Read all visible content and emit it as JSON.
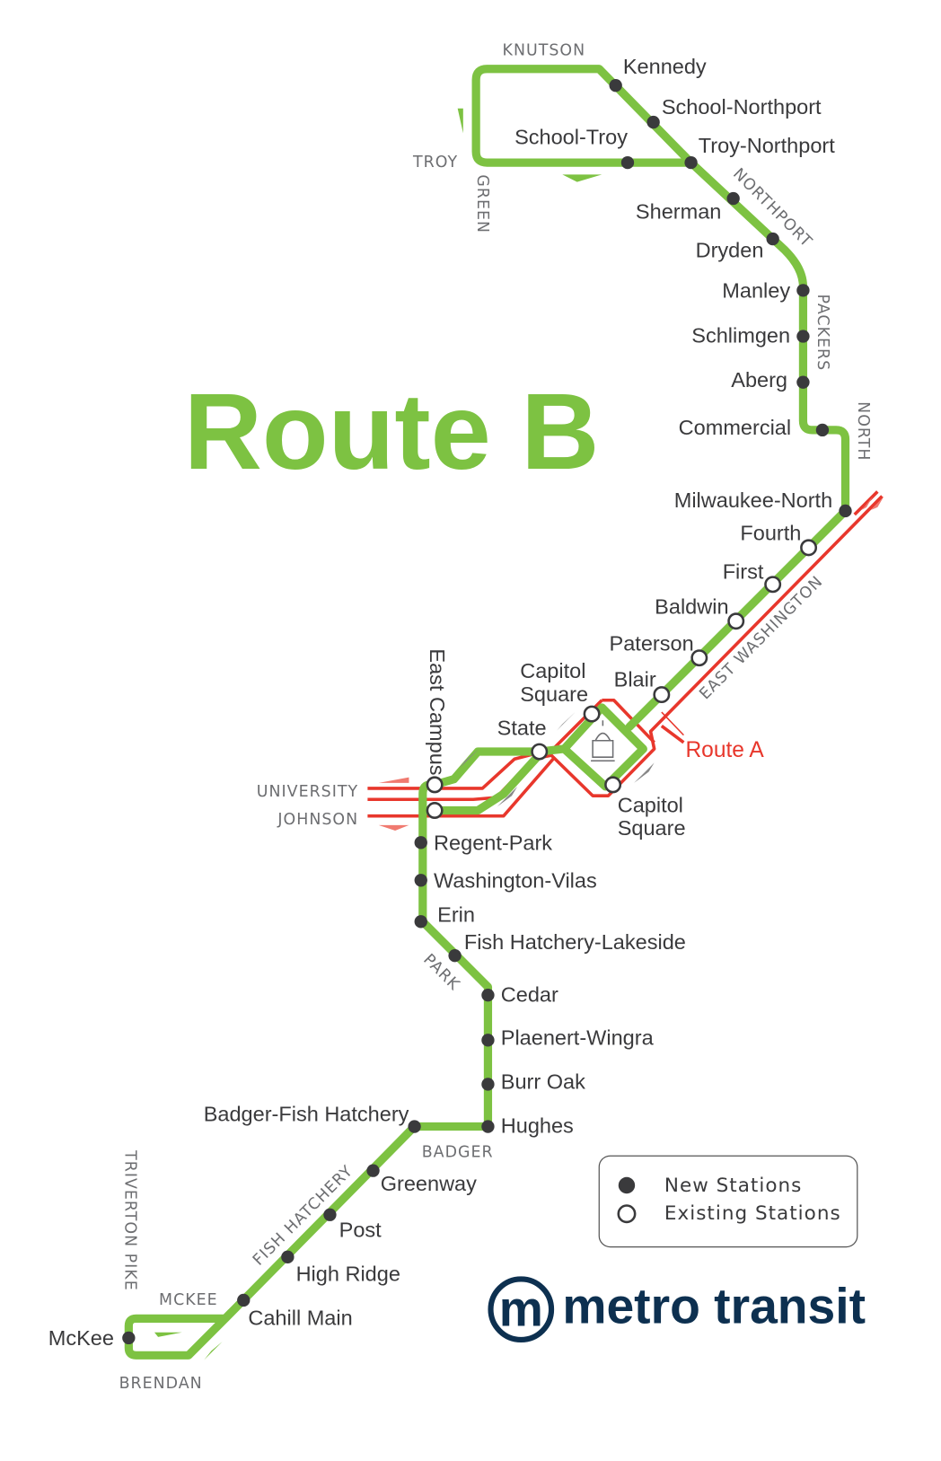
{
  "title": "Route B",
  "colors": {
    "route_b": "#7dc242",
    "route_a": "#e8372c",
    "station": "#3a3a3c",
    "street": "#6d6e71",
    "brand": "#0d3050"
  },
  "route_a_label": "Route A",
  "stations": [
    {
      "name": "Kennedy",
      "type": "new"
    },
    {
      "name": "School-Northport",
      "type": "new"
    },
    {
      "name": "School-Troy",
      "type": "new"
    },
    {
      "name": "Troy-Northport",
      "type": "new"
    },
    {
      "name": "Sherman",
      "type": "new"
    },
    {
      "name": "Dryden",
      "type": "new"
    },
    {
      "name": "Manley",
      "type": "new"
    },
    {
      "name": "Schlimgen",
      "type": "new"
    },
    {
      "name": "Aberg",
      "type": "new"
    },
    {
      "name": "Commercial",
      "type": "new"
    },
    {
      "name": "Milwaukee-North",
      "type": "new"
    },
    {
      "name": "Fourth",
      "type": "existing"
    },
    {
      "name": "First",
      "type": "existing"
    },
    {
      "name": "Baldwin",
      "type": "existing"
    },
    {
      "name": "Paterson",
      "type": "existing"
    },
    {
      "name": "Blair",
      "type": "existing"
    },
    {
      "name": "Capitol Square",
      "type": "existing"
    },
    {
      "name": "State",
      "type": "existing"
    },
    {
      "name": "East Campus",
      "type": "existing"
    },
    {
      "name": "Capitol Square",
      "type": "existing"
    },
    {
      "name": "Regent-Park",
      "type": "new"
    },
    {
      "name": "Washington-Vilas",
      "type": "new"
    },
    {
      "name": "Erin",
      "type": "new"
    },
    {
      "name": "Fish Hatchery-Lakeside",
      "type": "new"
    },
    {
      "name": "Cedar",
      "type": "new"
    },
    {
      "name": "Plaenert-Wingra",
      "type": "new"
    },
    {
      "name": "Burr Oak",
      "type": "new"
    },
    {
      "name": "Hughes",
      "type": "new"
    },
    {
      "name": "Badger-Fish Hatchery",
      "type": "new"
    },
    {
      "name": "Greenway",
      "type": "new"
    },
    {
      "name": "Post",
      "type": "new"
    },
    {
      "name": "High Ridge",
      "type": "new"
    },
    {
      "name": "Cahill Main",
      "type": "new"
    },
    {
      "name": "McKee",
      "type": "new"
    }
  ],
  "streets": [
    "KNUTSON",
    "TROY",
    "GREEN",
    "NORTHPORT",
    "PACKERS",
    "NORTH",
    "EAST WASHINGTON",
    "UNIVERSITY",
    "JOHNSON",
    "PARK",
    "BADGER",
    "FISH HATCHERY",
    "TRIVERTON PIKE",
    "MCKEE",
    "BRENDAN"
  ],
  "legend": {
    "new": "New Stations",
    "existing": "Existing Stations"
  },
  "logo": {
    "mark": "m",
    "text": "metro transit"
  }
}
